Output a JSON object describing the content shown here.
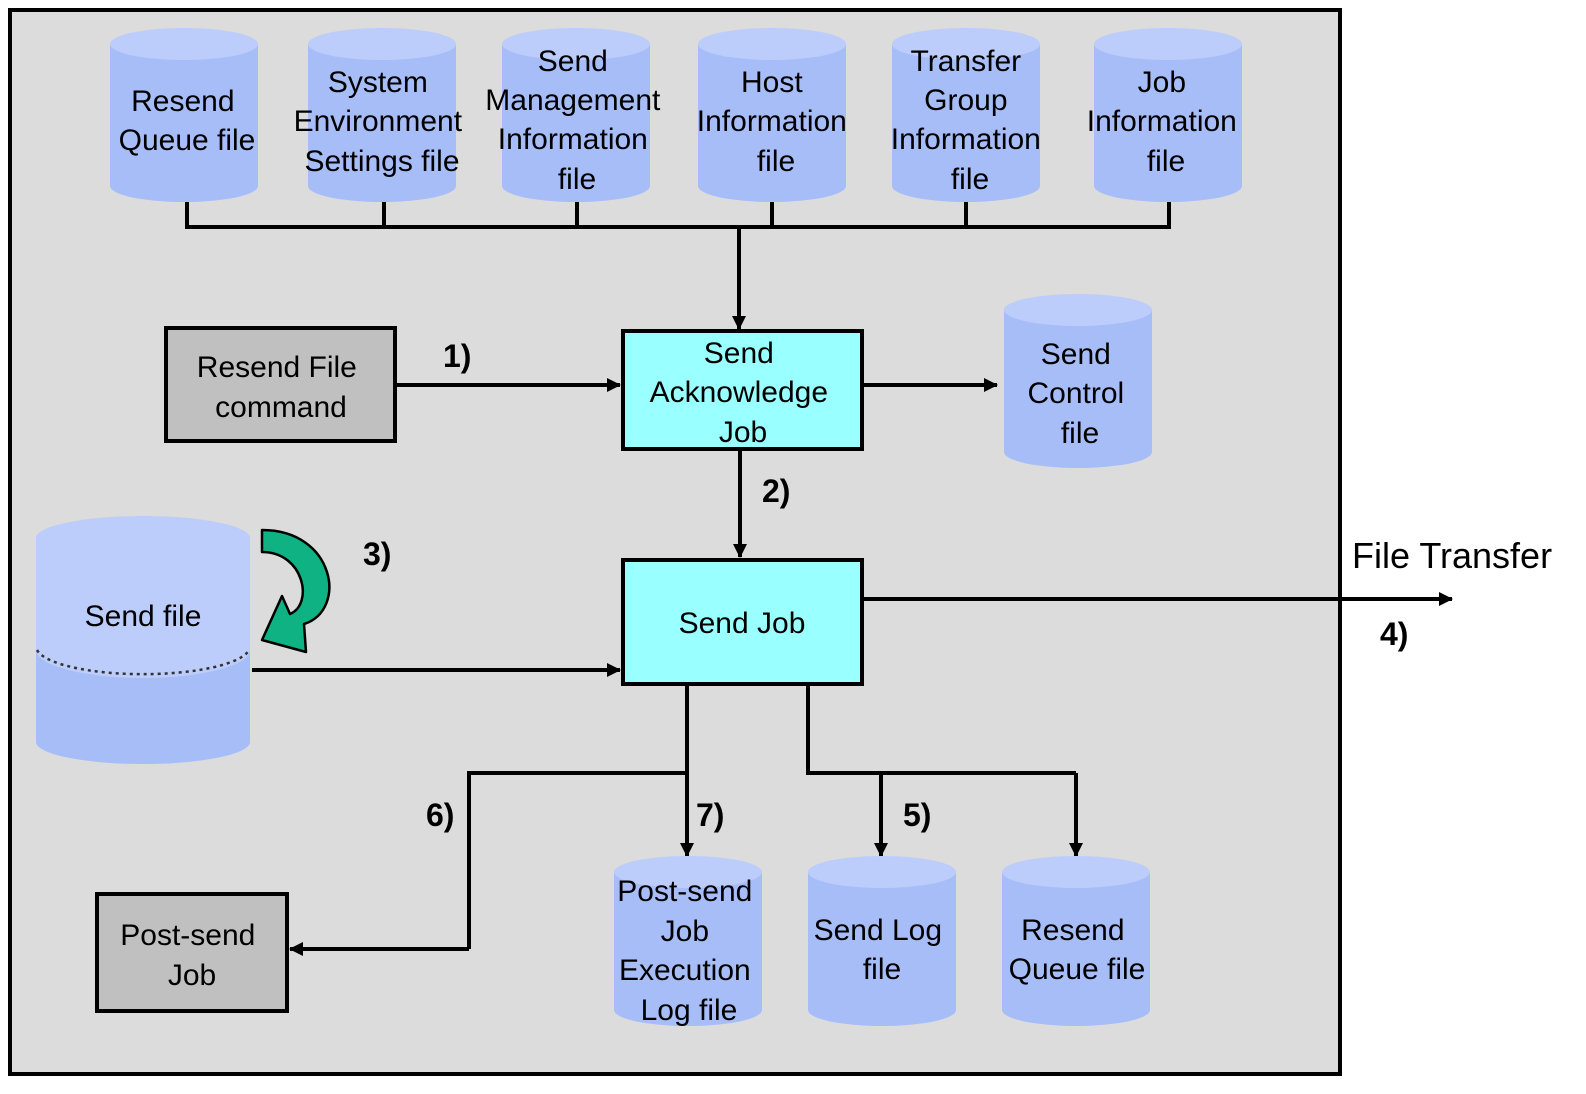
{
  "colors": {
    "panel_bg": "#dcdcdc",
    "cylinder_side": "#a6bdf7",
    "cylinder_top": "#bccdfb",
    "job_box": "#99ffff",
    "command_box": "#c0c0c0",
    "curved_arrow": "#0fb383",
    "line": "#000000"
  },
  "nodes": {
    "resend_queue_top": [
      "Resend",
      "Queue file"
    ],
    "system_env_settings": [
      "System",
      "Environment",
      "Settings file"
    ],
    "send_management_info": [
      "Send",
      "Management",
      "Information",
      "file"
    ],
    "host_info": [
      "Host",
      "Information",
      "file"
    ],
    "transfer_group_info": [
      "Transfer",
      "Group",
      "Information",
      "file"
    ],
    "job_info": [
      "Job",
      "Information",
      "file"
    ],
    "resend_file_command": [
      "Resend File",
      "command"
    ],
    "send_acknowledge_job": [
      "Send",
      "Acknowledge",
      "Job"
    ],
    "send_control_file": [
      "Send",
      "Control",
      "file"
    ],
    "send_file": [
      "Send file"
    ],
    "send_job": [
      "Send Job"
    ],
    "post_send_job": [
      "Post-send",
      "Job"
    ],
    "post_send_log": [
      "Post-send",
      "Job",
      "Execution",
      "Log file"
    ],
    "send_log": [
      "Send Log",
      "file"
    ],
    "resend_queue_bottom": [
      "Resend",
      "Queue file"
    ]
  },
  "steps": {
    "s1": "1)",
    "s2": "2)",
    "s3": "3)",
    "s4": "4)",
    "s5": "5)",
    "s6": "6)",
    "s7": "7)"
  },
  "external": {
    "file_transfer": "File Transfer"
  }
}
